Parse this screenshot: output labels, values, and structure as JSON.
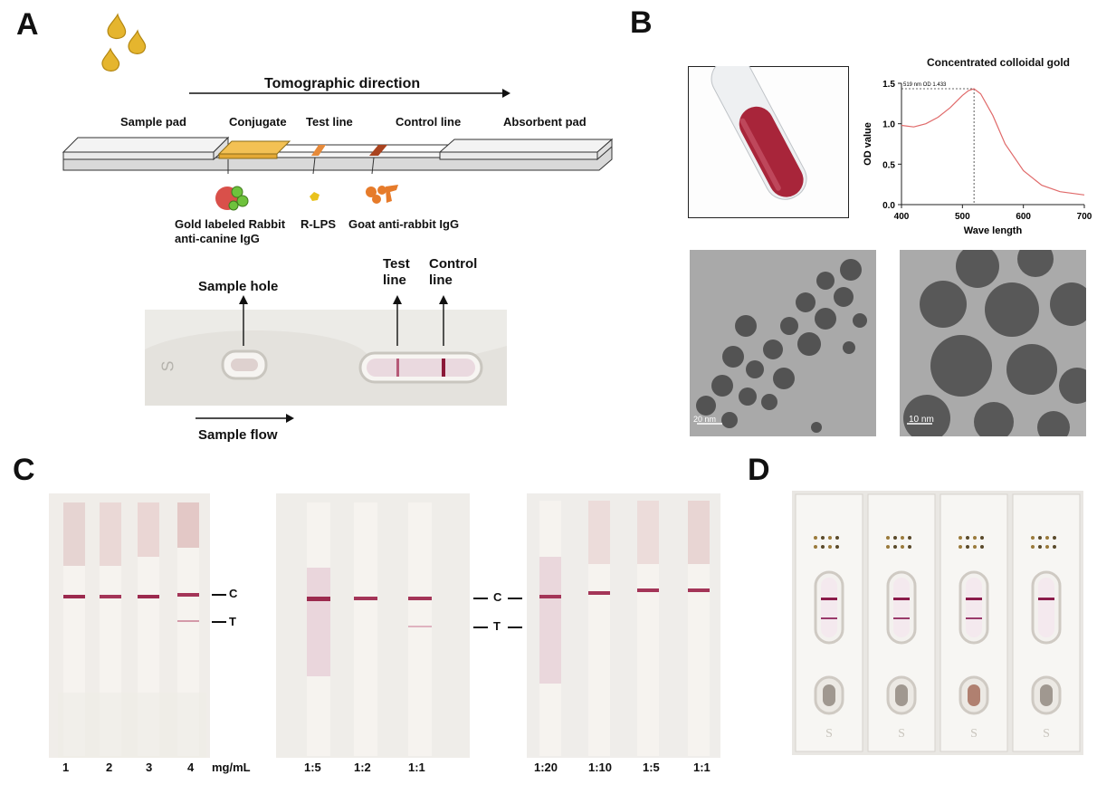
{
  "panels": {
    "a": "A",
    "b": "B",
    "c": "C",
    "d": "D"
  },
  "panel_a": {
    "direction_label": "Tomographic direction",
    "strip_labels": {
      "sample_pad": "Sample pad",
      "conjugate": "Conjugate",
      "test_line": "Test line",
      "control_line": "Control line",
      "absorbent_pad": "Absorbent pad"
    },
    "reagents": {
      "gold_label_1": "Gold labeled Rabbit",
      "gold_label_2": "anti-canine IgG",
      "rlps": "R-LPS",
      "goat": "Goat anti-rabbit IgG"
    },
    "cassette": {
      "sample_hole": "Sample hole",
      "test_line_1": "Test",
      "test_line_2": "line",
      "control_line_1": "Control",
      "control_line_2": "line",
      "s_mark": "S",
      "sample_flow": "Sample flow"
    }
  },
  "panel_b": {
    "chart_title": "Concentrated colloidal gold",
    "peak_annotation": "519 nm   OD 1.433",
    "tem_scale_1": "20 nm",
    "tem_scale_2": "10 nm"
  },
  "chart_data": {
    "type": "line",
    "title": "Concentrated colloidal gold",
    "xlabel": "Wave length",
    "ylabel": "OD value",
    "xlim": [
      400,
      700
    ],
    "ylim": [
      0,
      1.5
    ],
    "xticks": [
      "400",
      "500",
      "600",
      "700"
    ],
    "yticks": [
      "0.0",
      "0.5",
      "1.0",
      "1.5"
    ],
    "peak": {
      "x": 519,
      "y": 1.433
    },
    "line_color": "#e06a6a",
    "x": [
      400,
      420,
      440,
      460,
      480,
      500,
      510,
      519,
      530,
      550,
      570,
      600,
      630,
      660,
      700
    ],
    "y": [
      0.98,
      0.96,
      1.0,
      1.08,
      1.2,
      1.35,
      1.41,
      1.433,
      1.37,
      1.1,
      0.75,
      0.42,
      0.24,
      0.16,
      0.12
    ]
  },
  "panel_c": {
    "group1_labels": [
      "1",
      "2",
      "3",
      "4"
    ],
    "group1_unit": "mg/mL",
    "group2_labels": [
      "1:5",
      "1:2",
      "1:1"
    ],
    "group3_labels": [
      "1:20",
      "1:10",
      "1:5",
      "1:1"
    ],
    "c_marker": "C",
    "t_marker": "T"
  },
  "colors": {
    "line_band": "#9c2a4e",
    "conjugate_pad": "#f3c154",
    "test_line": "#e68a3a",
    "control_line": "#a9431f",
    "drop": "#e5b52e",
    "curve": "#e06a6a"
  }
}
